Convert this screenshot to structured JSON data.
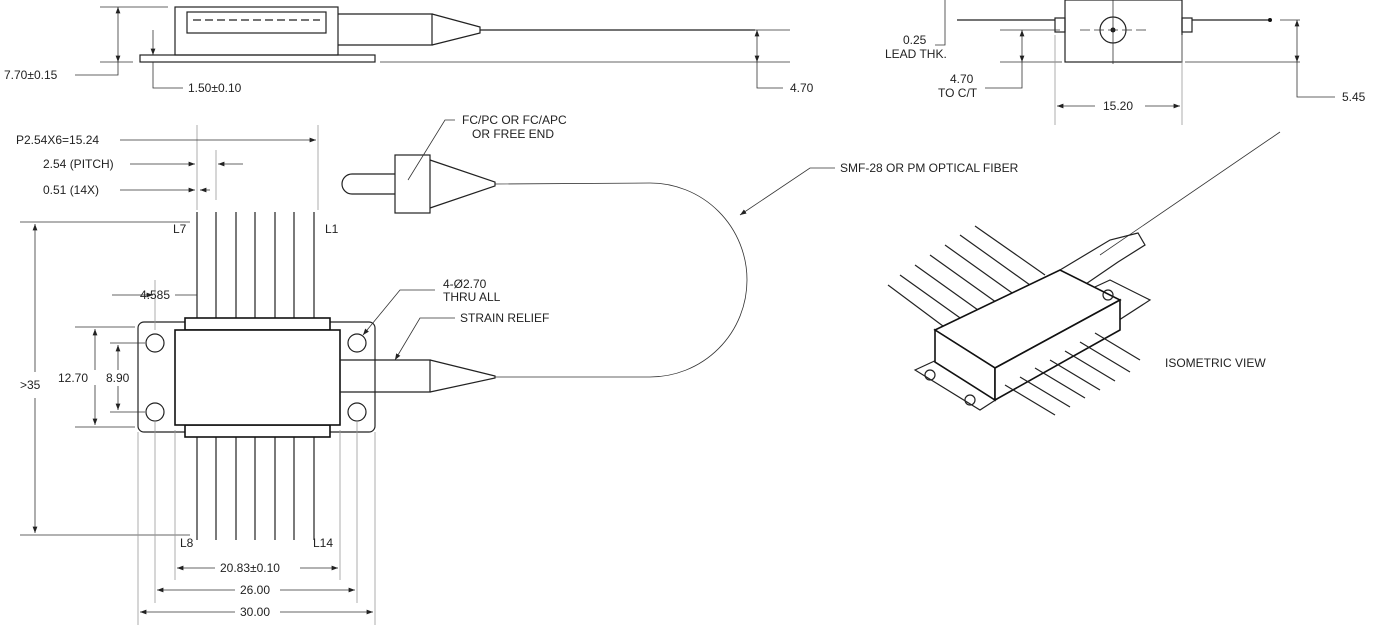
{
  "side_view": {
    "height_dim": "7.70±0.15",
    "flange_dim": "1.50±0.10",
    "fiber_height_dim": "4.70"
  },
  "end_view": {
    "lead_thk_value": "0.25",
    "lead_thk_label": "LEAD THK.",
    "ct_value": "4.70",
    "ct_label": "TO C/T",
    "width_dim": "15.20",
    "height_dim": "5.45"
  },
  "plan_view": {
    "pitch_total": "P2.54X6=15.24",
    "pitch": "2.54 (PITCH)",
    "pin_width": "0.51 (14X)",
    "pin_labels": {
      "l7": "L7",
      "l1": "L1",
      "l8": "L8",
      "l14": "L14"
    },
    "pin_offset": "4.585",
    "length": ">35",
    "flange_height": "12.70",
    "hole_spacing": "8.90",
    "holes_value": "4-Ø2.70",
    "holes_label": "THRU ALL",
    "strain_relief": "STRAIN RELIEF",
    "connector_line1": "FC/PC OR FC/APC",
    "connector_line2": "OR FREE END",
    "fiber": "SMF-28 OR PM OPTICAL FIBER",
    "body_width": "20.83±0.10",
    "hole_width": "26.00",
    "total_width": "30.00"
  },
  "isometric": {
    "label": "ISOMETRIC VIEW"
  }
}
